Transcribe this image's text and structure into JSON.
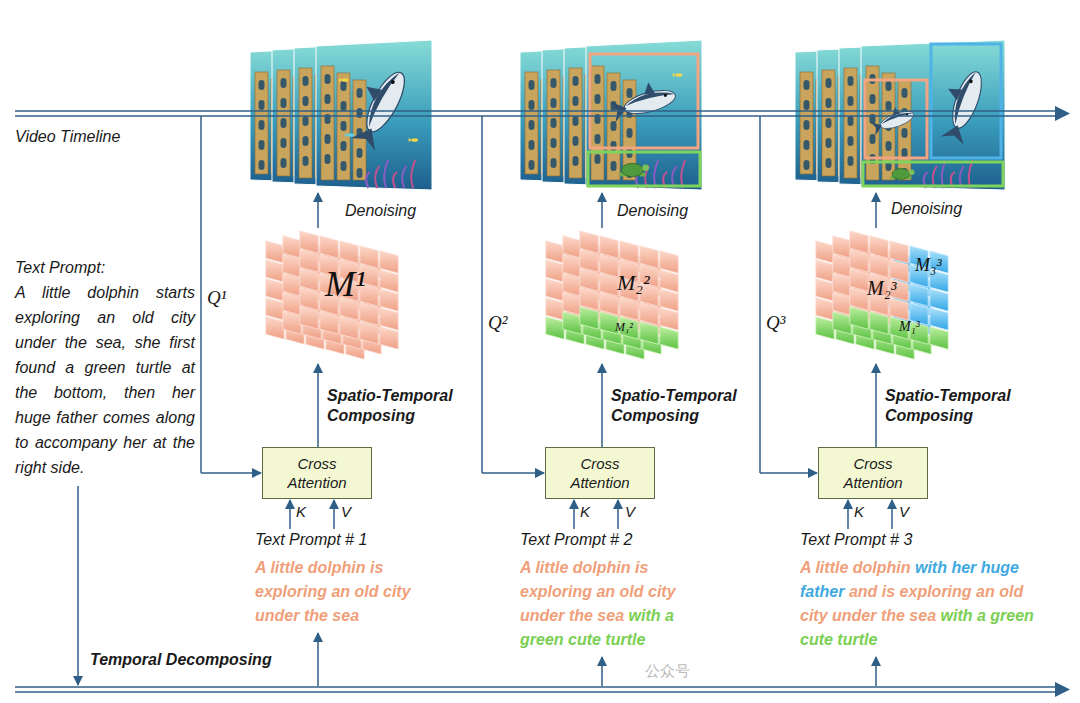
{
  "diagram": {
    "nodes": [
      {
        "text": [
          "M¹"
        ]
      },
      {
        "text": [
          "Cross Attention"
        ]
      },
      {
        "text": [
          "M₂²",
          "M₁²"
        ]
      },
      {
        "text": [
          "Cross Attention"
        ]
      },
      {
        "text": [
          "M₂³",
          "M₃³",
          "M₁³"
        ]
      },
      {
        "text": [
          "Cross Attention"
        ]
      }
    ],
    "edges": [
      {
        "from": 1,
        "to": 0,
        "arrow": "to",
        "label": "Spatio-Temporal Composing"
      },
      {
        "from": 3,
        "to": 2,
        "arrow": "to",
        "label": "Spatio-Temporal Composing"
      },
      {
        "from": 5,
        "to": 4,
        "arrow": "to",
        "label": "Spatio-Temporal Composing"
      }
    ],
    "labels": [
      "Video Timeline",
      "Text Prompt:",
      "A little dolphin starts exploring an old city under the sea, she first found a green turtle at the bottom, then her huge father comes along to accompany her at the right side.",
      "Q¹",
      "Q²",
      "Q³",
      "Denoising",
      "Denoising",
      "Denoising",
      "K",
      "V",
      "K",
      "V",
      "K",
      "V",
      "Text Prompt # 1",
      "A little dolphin is exploring an old city under the sea",
      "Text Prompt # 2",
      "A little dolphin is exploring an old city under the sea",
      "with a green cute turtle",
      "Text Prompt # 3",
      "A little dolphin",
      "with her huge father",
      "and is exploring an old city under the sea",
      "with a green cute turtle",
      "Temporal Decomposing",
      "公众号"
    ]
  }
}
